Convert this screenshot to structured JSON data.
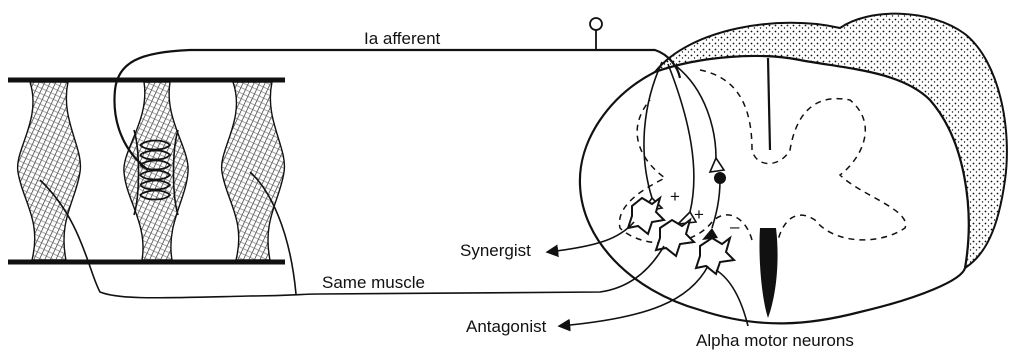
{
  "labels": {
    "ia_afferent": "Ia afferent",
    "same_muscle": "Same muscle",
    "synergist": "Synergist",
    "antagonist": "Antagonist",
    "alpha_motor_neurons": "Alpha motor neurons",
    "plus_1": "+",
    "plus_2": "+",
    "minus": "–"
  }
}
